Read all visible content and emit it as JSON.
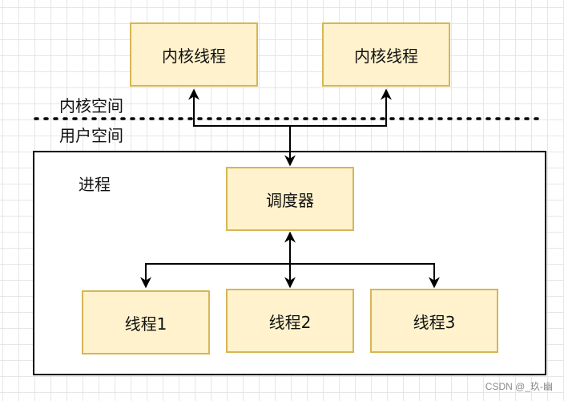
{
  "kernel_threads": [
    {
      "label": "内核线程"
    },
    {
      "label": "内核线程"
    }
  ],
  "kernel_space_label": "内核空间",
  "user_space_label": "用户空间",
  "process_label": "进程",
  "scheduler_label": "调度器",
  "user_threads": [
    {
      "label": "线程1"
    },
    {
      "label": "线程2"
    },
    {
      "label": "线程3"
    }
  ],
  "watermark": "CSDN @_玖-幽",
  "colors": {
    "node_fill": "#fff2cc",
    "node_border": "#d6b656",
    "line": "#000000"
  }
}
